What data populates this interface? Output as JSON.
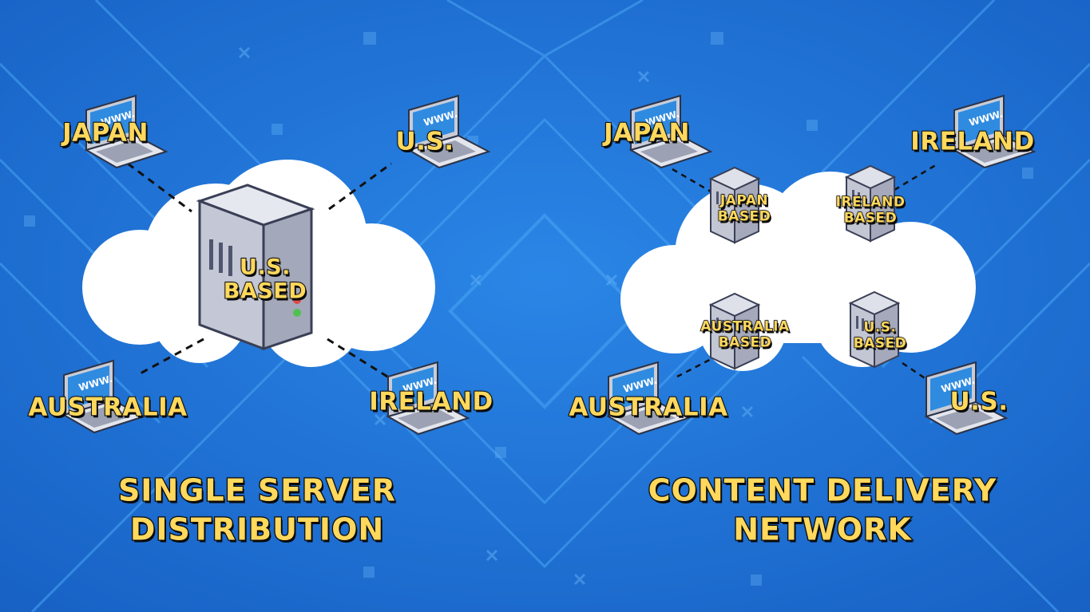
{
  "left_panel": {
    "title": "SINGLE SERVER\nDISTRIBUTION",
    "server_label": "U.S.\nBASED",
    "clients": {
      "japan": "JAPAN",
      "us": "U.S.",
      "australia": "AUSTRALIA",
      "ireland": "IRELAND"
    }
  },
  "right_panel": {
    "title": "CONTENT DELIVERY\nNETWORK",
    "servers": {
      "japan": "JAPAN\nBASED",
      "ireland": "IRELAND\nBASED",
      "australia": "AUSTRALIA\nBASED",
      "us": "U.S.\nBASED"
    },
    "clients": {
      "japan": "JAPAN",
      "ireland": "IRELAND",
      "australia": "AUSTRALIA",
      "us": "U.S."
    }
  },
  "laptop_screen_text": "WWW.",
  "colors": {
    "background": "#1e6fd0",
    "label_text": "#ffd85c",
    "cloud": "#ffffff",
    "connector": "#111111"
  }
}
